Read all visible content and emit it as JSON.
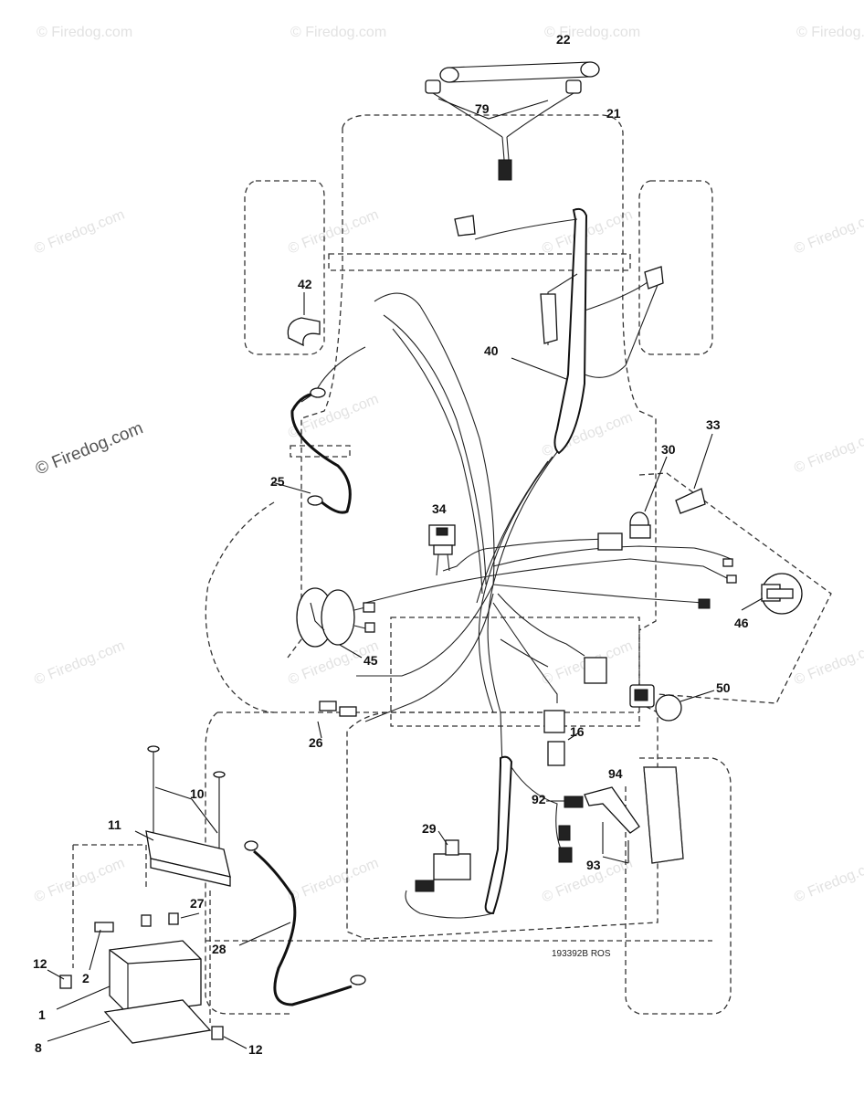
{
  "diagram": {
    "watermark_text": "© Firedog.com",
    "drawing_number": "193392B ROS",
    "callouts": [
      "22",
      "21",
      "79",
      "42",
      "40",
      "33",
      "30",
      "25",
      "34",
      "46",
      "45",
      "50",
      "26",
      "16",
      "10",
      "11",
      "94",
      "92",
      "29",
      "93",
      "27",
      "28",
      "12",
      "2",
      "1",
      "8",
      "12"
    ]
  },
  "colors": {
    "line": "#111111",
    "watermark": "#e2e2e2",
    "background": "#ffffff"
  }
}
